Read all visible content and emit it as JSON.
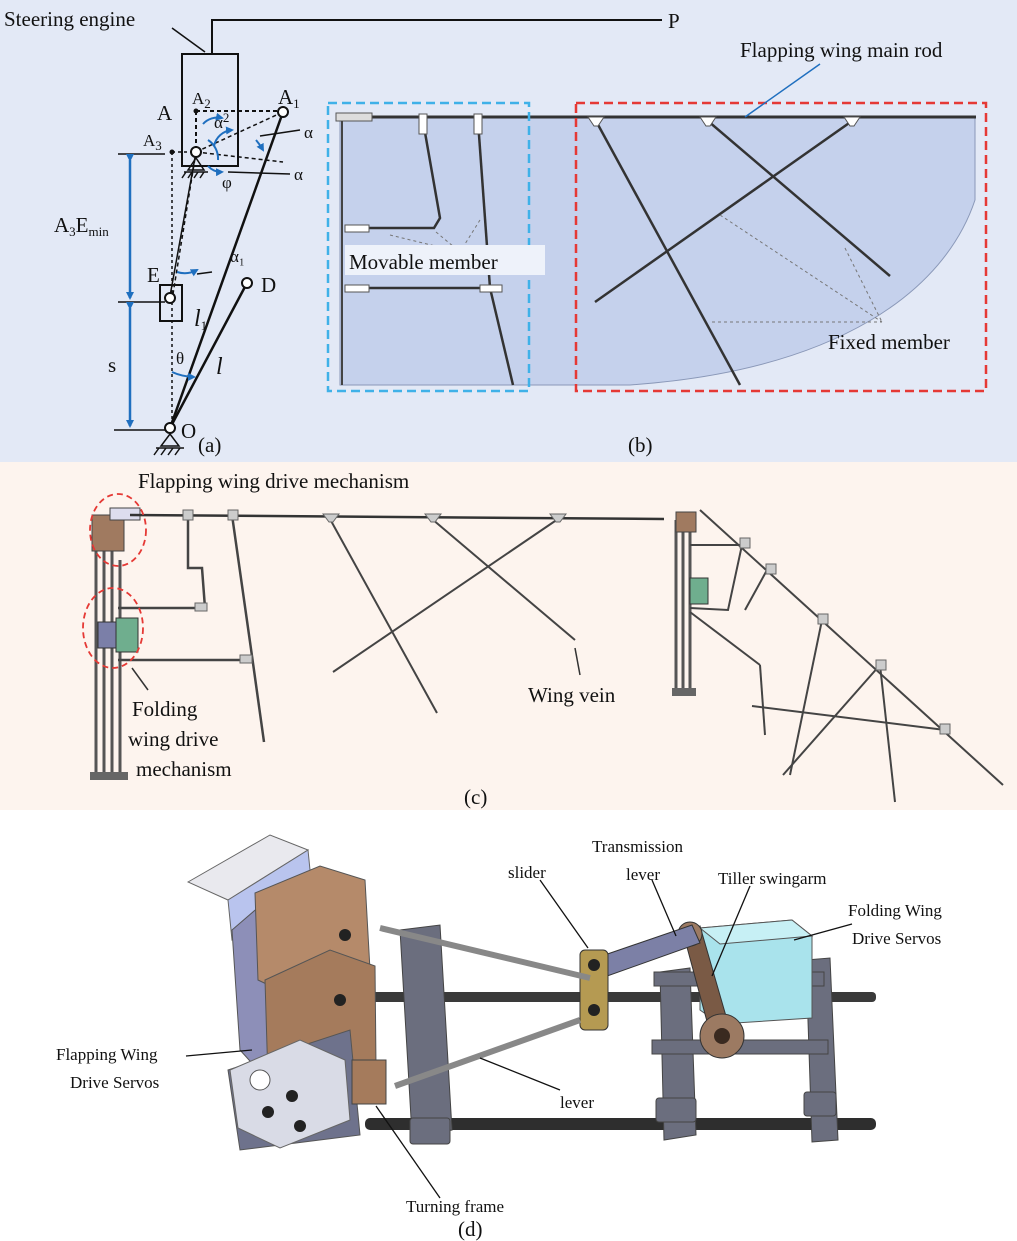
{
  "panel_a": {
    "tag": "(a)",
    "steering_engine": "Steering engine",
    "P": "P",
    "A1": "A",
    "A1_sub": "1",
    "A2": "A",
    "A2_sub": "2",
    "A3": "A",
    "A3_sub": "3",
    "A": "A",
    "alpha": "α",
    "alpha_mark": "α",
    "alpha2": "α",
    "alpha2_sub": "2",
    "alpha1": "α₁",
    "phi": "φ",
    "A3Emin": "A",
    "A3Emin_sub1": "3",
    "A3Emin_E": "E",
    "A3Emin_sub2": "min",
    "E": "E",
    "l1": "l",
    "l1_sub": "1",
    "D": "D",
    "theta": "θ",
    "l": "l",
    "s": "s",
    "O": "O"
  },
  "panel_b": {
    "tag": "(b)",
    "main_rod": "Flapping wing main rod",
    "movable": "Movable member",
    "fixed": "Fixed member"
  },
  "panel_c": {
    "tag": "(c)",
    "flap_drive": "Flapping wing drive mechanism",
    "fold_drive_1": "Folding",
    "fold_drive_2": "wing drive",
    "fold_drive_3": "mechanism",
    "wing_vein": "Wing vein"
  },
  "panel_d": {
    "tag": "(d)",
    "transmission_1": "Transmission",
    "transmission_2": "lever",
    "slider": "slider",
    "tiller": "Tiller swingarm",
    "folding_servos_1": "Folding Wing",
    "folding_servos_2": "Drive Servos",
    "flapping_servos_1": "Flapping Wing",
    "flapping_servos_2": "Drive Servos",
    "lever": "lever",
    "turning_frame": "Turning frame"
  },
  "colors": {
    "panel_ab_bg": "#e3e9f6",
    "panel_c_bg": "#fdf4ee",
    "wing_fill": "#c5d1ec",
    "blue_arrow": "#1f6fbf",
    "cyan_dash": "#3fb1e8",
    "red_dash": "#e53935"
  }
}
